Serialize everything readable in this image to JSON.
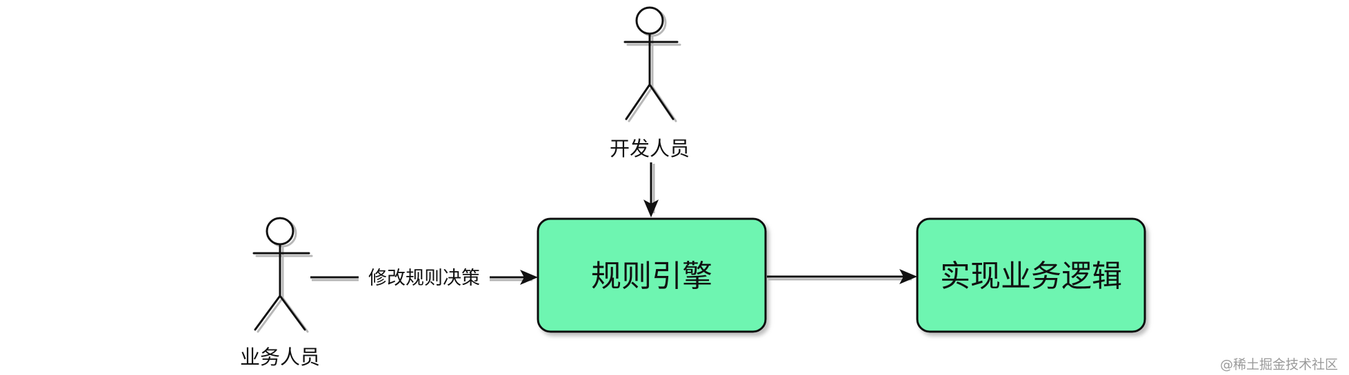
{
  "actors": {
    "developer": {
      "label": "开发人员"
    },
    "business": {
      "label": "业务人员"
    }
  },
  "nodes": {
    "rule_engine": {
      "label": "规则引擎",
      "fill": "#6ef5b1",
      "stroke": "#111111"
    },
    "business_logic": {
      "label": "实现业务逻辑",
      "fill": "#6ef5b1",
      "stroke": "#111111"
    }
  },
  "edges": {
    "business_to_engine": {
      "label": "修改规则决策"
    }
  },
  "watermark": "@稀土掘金技术社区"
}
